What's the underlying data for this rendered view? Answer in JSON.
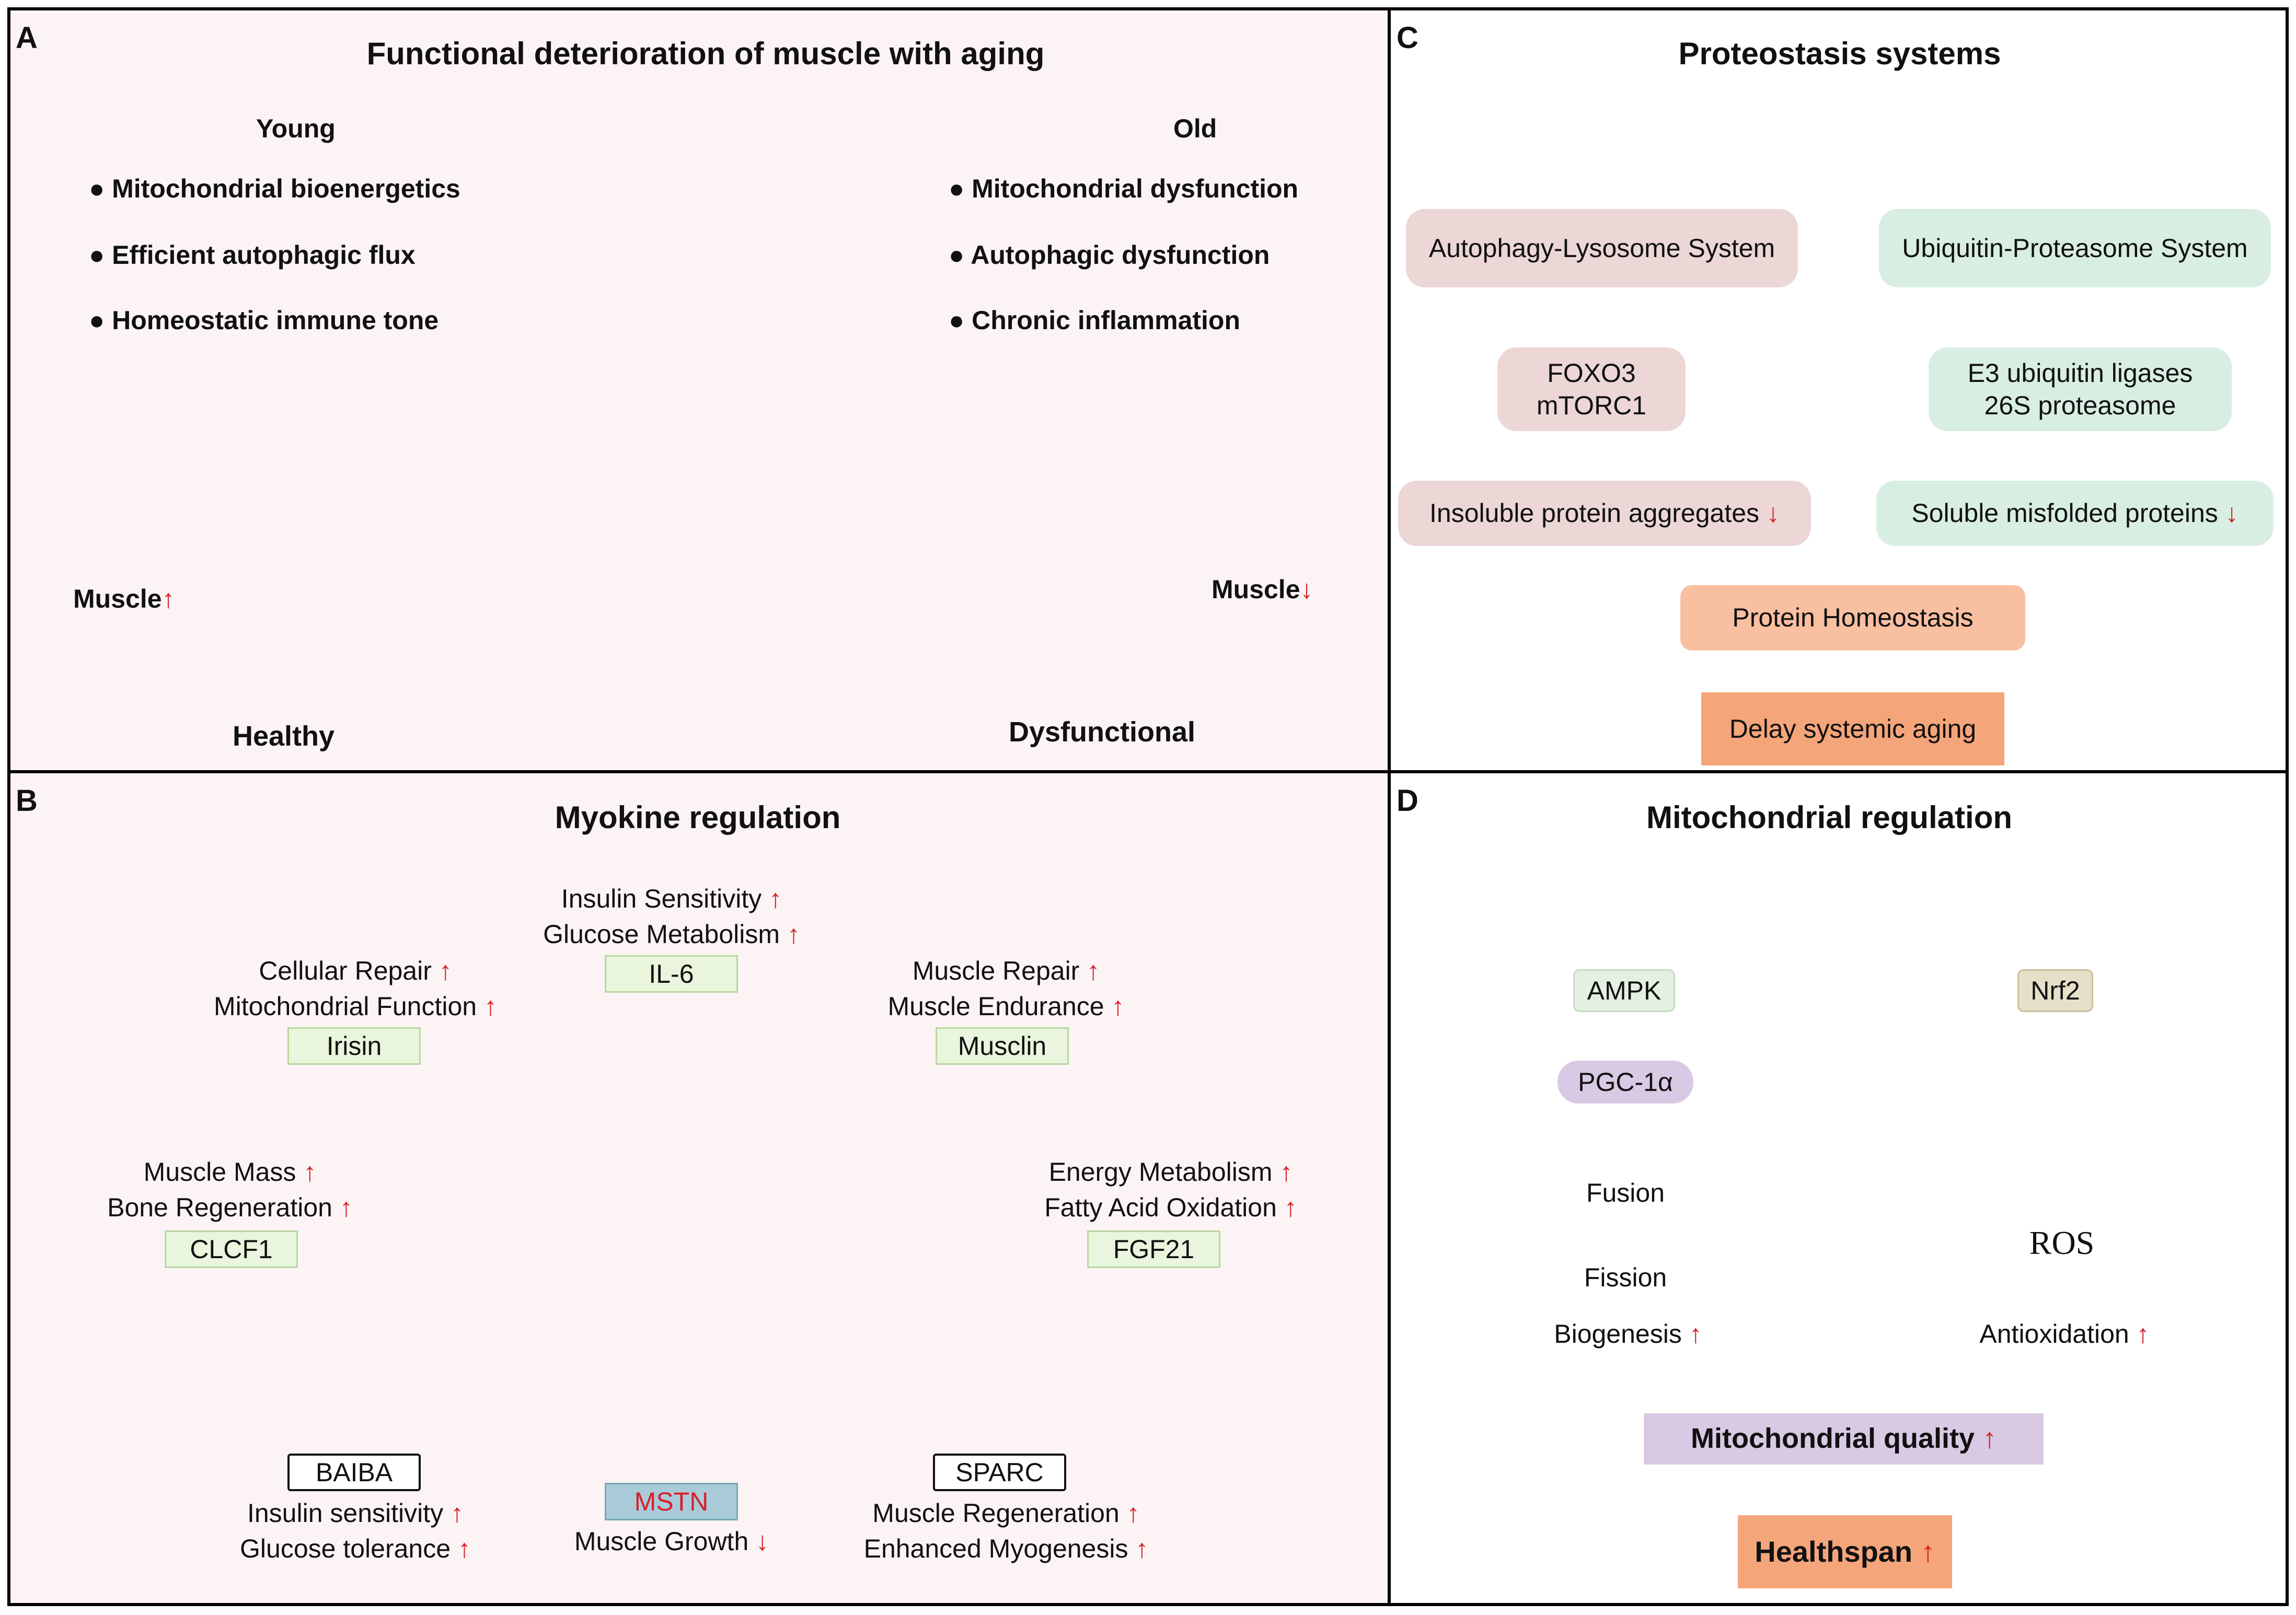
{
  "panelA": {
    "letter": "A",
    "title": "Functional deterioration of muscle with aging",
    "young": "Young",
    "old": "Old",
    "young_features": [
      "Mitochondrial bioenergetics",
      "Efficient autophagic flux",
      "Homeostatic immune tone"
    ],
    "old_features": [
      "Mitochondrial dysfunction",
      "Autophagic dysfunction",
      "Chronic inflammation"
    ],
    "healthy_muscle": "Muscle",
    "healthy_arrow": "↑",
    "healthy_label": "Healthy",
    "dys_muscle": "Muscle",
    "dys_arrow": "↓",
    "dys_label": "Dysfunctional"
  },
  "panelB": {
    "letter": "B",
    "title": "Myokine regulation",
    "il6": {
      "effects": [
        "Insulin Sensitivity",
        "Glucose Metabolism"
      ],
      "name": "IL-6"
    },
    "irisin": {
      "effects": [
        "Cellular Repair",
        "Mitochondrial Function"
      ],
      "name": "Irisin"
    },
    "musclin": {
      "effects": [
        "Muscle Repair",
        "Muscle Endurance"
      ],
      "name": "Musclin"
    },
    "clcf1": {
      "effects": [
        "Muscle Mass",
        "Bone Regeneration"
      ],
      "name": "CLCF1"
    },
    "fgf21": {
      "effects": [
        "Energy Metabolism",
        "Fatty Acid Oxidation"
      ],
      "name": "FGF21"
    },
    "baiba": {
      "effects": [
        "Insulin sensitivity",
        "Glucose tolerance"
      ],
      "name": "BAIBA"
    },
    "mstn": {
      "effects": [
        "Muscle Growth"
      ],
      "name": "MSTN"
    },
    "sparc": {
      "effects": [
        "Muscle Regeneration",
        "Enhanced Myogenesis"
      ],
      "name": "SPARC"
    },
    "up": "↑",
    "down": "↓"
  },
  "panelC": {
    "letter": "C",
    "title": "Proteostasis systems",
    "als": "Autophagy-Lysosome System",
    "ups": "Ubiquitin-Proteasome System",
    "foxo3": "FOXO3",
    "mtorc1": "mTORC1",
    "e3": "E3 ubiquitin ligases",
    "s26": "26S proteasome",
    "insoluble": "Insoluble protein aggregates",
    "soluble": "Soluble misfolded proteins",
    "homeostasis": "Protein Homeostasis",
    "delay": "Delay systemic aging",
    "down": "↓"
  },
  "panelD": {
    "letter": "D",
    "title": "Mitochondrial regulation",
    "ampk": "AMPK",
    "nrf2": "Nrf2",
    "pgc": "PGC-1α",
    "fusion": "Fusion",
    "fission": "Fission",
    "biogenesis": "Biogenesis",
    "ros": "ROS",
    "antioxidation": "Antioxidation",
    "quality": "Mitochondrial quality",
    "healthspan": "Healthspan",
    "up": "↑"
  },
  "colors": {
    "muscle": "#d9635f",
    "tendon": "#ede6e6",
    "up_arrow": "#d8202a",
    "pink_box": "#ecd6d6",
    "mint_box": "#d9eee2",
    "salmon_box": "#f8bfa0",
    "orange_box": "#f5a57a",
    "lavender_box": "#d8cae4",
    "blue_box": "#bcd0e4",
    "ros_star": "#fff21a"
  }
}
